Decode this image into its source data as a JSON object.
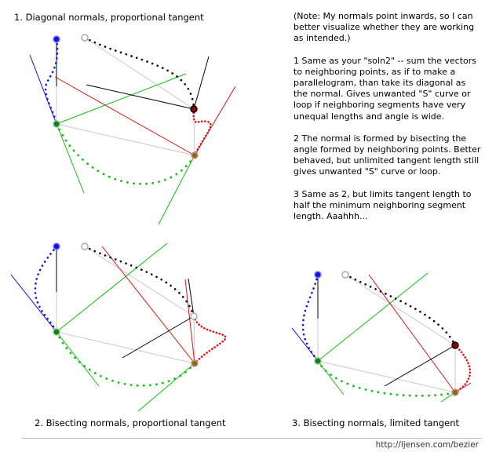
{
  "captions": {
    "panel1": "1.  Diagonal normals, proportional tangent",
    "panel2": "2.  Bisecting normals, proportional tangent",
    "panel3": "3.  Bisecting normals, limited tangent"
  },
  "notes": {
    "intro": "(Note: My normals point inwards, so I can better visualize whether they are working as intended.)",
    "item1": "1  Same as your \"soln2\" -- sum the vectors to neighboring points, as if to make a parallelogram, than take its diagonal as the normal. Gives unwanted \"S\" curve or loop if neighboring segments have very unequal lengths and angle is wide.",
    "item2": "2  The normal is formed by bisecting the angle formed by neighboring points. Better behaved, but unlimited tangent length still gives unwanted \"S\" curve or loop.",
    "item3": "3  Same as 2, but limits tangent length to half the minimum neighboring segment length. Aaahhh..."
  },
  "footer": {
    "url": "http://ljensen.com/bezier"
  },
  "colors": {
    "blue": "#1010e0",
    "green": "#10c010",
    "red": "#e01010",
    "black": "#000000",
    "gray": "#c8c8c8"
  }
}
